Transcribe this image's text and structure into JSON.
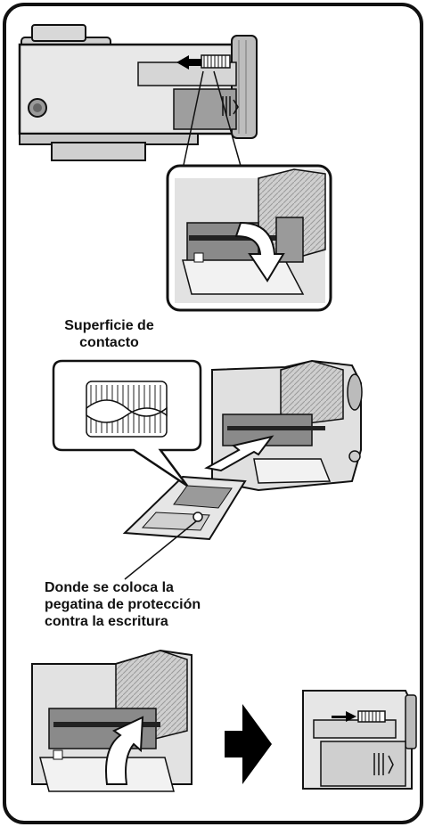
{
  "labels": {
    "contact_surface": [
      "Superficie de",
      "contacto"
    ],
    "write_protect": [
      "Donde se coloca la",
      "pegatina de protección",
      "contra la escritura"
    ]
  },
  "colors": {
    "outline": "#111111",
    "body_light": "#e8e8e8",
    "body_mid": "#bdbdbd",
    "body_dark": "#8a8a8a",
    "shadow": "#5a5a5a",
    "arrow": "#000000"
  },
  "icons": [
    "left-arrow-icon",
    "down-curved-arrow-icon",
    "insert-arrow-icon",
    "up-curved-arrow-icon",
    "right-block-arrow-icon"
  ]
}
